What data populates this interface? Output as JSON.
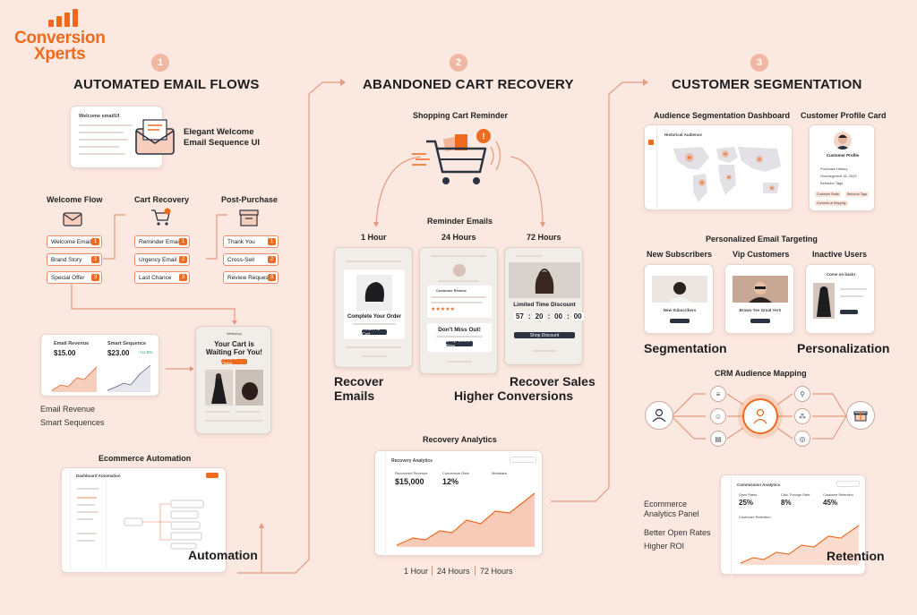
{
  "brand": {
    "line1": "Conversion",
    "line2": "Xperts",
    "accent": "#ee6a1f"
  },
  "sections": [
    {
      "num": "1",
      "title": "AUTOMATED EMAIL FLOWS"
    },
    {
      "num": "2",
      "title": "ABANDONED CART RECOVERY"
    },
    {
      "num": "3",
      "title": "CUSTOMER SEGMENTATION"
    }
  ],
  "s1": {
    "welcome_card": {
      "title": "Welcome emailUI",
      "caption_l1": "Elegant Welcome",
      "caption_l2": "Email Sequence UI"
    },
    "flows": [
      {
        "label": "Welcome Flow",
        "icon": "envelope-icon",
        "items": [
          {
            "t": "Welcome Email",
            "n": "1"
          },
          {
            "t": "Brand Story",
            "n": "2"
          },
          {
            "t": "Special Offer",
            "n": "3"
          }
        ]
      },
      {
        "label": "Cart Recovery",
        "icon": "cart-icon",
        "items": [
          {
            "t": "Reminder Email",
            "n": "1"
          },
          {
            "t": "Urgency Email",
            "n": "2"
          },
          {
            "t": "Last Chance",
            "n": "3"
          }
        ]
      },
      {
        "label": "Post-Purchase",
        "icon": "box-icon",
        "items": [
          {
            "t": "Thank You",
            "n": "1"
          },
          {
            "t": "Cross-Sell",
            "n": "2"
          },
          {
            "t": "Review Request",
            "n": "3"
          }
        ]
      }
    ],
    "revenue": {
      "a_title": "Email Revenue",
      "a_value": "$15.00",
      "b_title": "Smart Sequence",
      "b_value": "$23.00",
      "b_badge": "+12.8%",
      "cap1": "Email Revenue",
      "cap2": "Smart Sequences"
    },
    "cart_email": {
      "brand": "Webshop",
      "title_l1": "Your Cart is",
      "title_l2": "Waiting For You!",
      "cta": "Items in Order"
    },
    "ecom": {
      "label": "Ecommerce Automation",
      "app_title": "Dashboard Automation",
      "caption": "Automation"
    }
  },
  "s2": {
    "reminder_label": "Shopping Cart Reminder",
    "reminder_emails_label": "Reminder Emails",
    "times": [
      "1 Hour",
      "24 Hours",
      "72 Hours"
    ],
    "email1": {
      "title": "Complete Your Order",
      "cta": "Return to Cart"
    },
    "email2": {
      "name": "Customer Review",
      "title": "Don't Miss Out!",
      "cta": "Shop Offers Now"
    },
    "email3": {
      "title": "Limited Time Discount",
      "countdown": [
        "57",
        "20",
        "00",
        "00"
      ],
      "cta": "Shop Discount"
    },
    "cap_left_l1": "Recover",
    "cap_left_l2": "Emails",
    "cap_right_l1": "Recover Sales",
    "cap_right_l2": "Higher Conversions",
    "analytics": {
      "label": "Recovery Analytics",
      "panel_title": "Recovery Analytics",
      "k1_label": "Recovered Revenue",
      "k1_value": "$15,000",
      "k2_label": "Conversion Rate",
      "k2_value": "12%",
      "k3_label": "Metadata"
    },
    "bottom_times": [
      "1 Hour",
      "24 Hours",
      "72 Hours"
    ]
  },
  "s3": {
    "dash_label": "Audience Segmentation Dashboard",
    "dash_title": "Historical Audience",
    "profile_label": "Customer Profile Card",
    "profile": {
      "name": "Customer Profile",
      "rows": [
        "Purchase History",
        "Oversegment 16, 2020",
        "Behavior Tags"
      ],
      "tags": [
        "Customer Smile",
        "Behavior Tags",
        "Converts at Shipping"
      ]
    },
    "targeting_label": "Personalized Email Targeting",
    "segments": [
      {
        "label": "New Subscribers",
        "card_text": "New Subscribers"
      },
      {
        "label": "Vip Customers",
        "card_text": "Brown Yes Great Yer!!"
      },
      {
        "label": "Inactive Users",
        "card_text": "Come on back!"
      }
    ],
    "seg_cap": "Segmentation",
    "pers_cap": "Personalization",
    "crm_label": "CRM Audience Mapping",
    "analytics": {
      "panel_title": "Commission Analytics",
      "k1_label": "Open Rates",
      "k1_value": "25%",
      "k2_label": "Click Through Rate",
      "k2_value": "8%",
      "k3_label": "Customer Retention",
      "k3_value": "45%",
      "chart_title": "Customer Retention",
      "cap1": "Ecommerce",
      "cap2": "Analytics Panel",
      "cap3": "Better Open Rates",
      "cap4": "Higher ROI",
      "retention": "Retention"
    }
  }
}
